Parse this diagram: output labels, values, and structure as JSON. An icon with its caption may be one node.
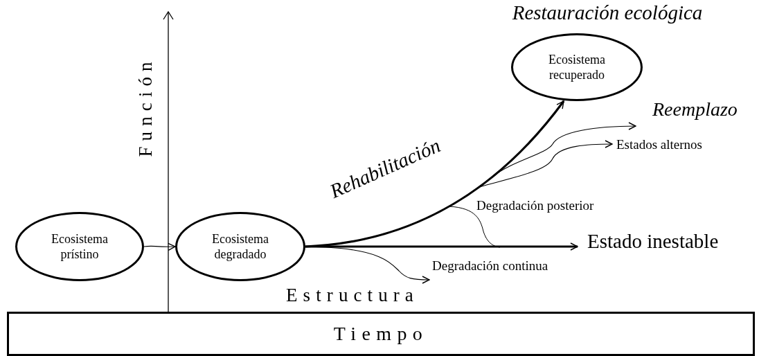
{
  "diagram": {
    "nodes": [
      {
        "text": [
          "Ecosistema prístino"
        ]
      },
      {
        "text": [
          "Ecosistema degradado"
        ]
      },
      {
        "text": [
          "Ecosistema recuperado"
        ],
        "beside": [
          "Restauración ecológica"
        ]
      },
      {
        "text": [
          "Estado inestable"
        ]
      },
      {
        "text": [
          "Estados alternos"
        ]
      },
      {
        "text": [
          "Degradación continua"
        ]
      },
      {
        "text": [
          "Tiempo"
        ]
      }
    ],
    "edges": [
      {
        "from": 0,
        "to": 1,
        "arrow": "to"
      },
      {
        "from": 1,
        "to": 2,
        "arrow": "to",
        "label": "Rehabilitación",
        "style": "thick"
      },
      {
        "from": 1,
        "to": 3,
        "arrow": "to",
        "style": "thick"
      },
      {
        "from": 1,
        "to": 5,
        "arrow": "to"
      },
      {
        "from": 1,
        "to": 4,
        "arrow": "to"
      },
      {
        "from": 1,
        "to": 4,
        "arrow": "to"
      }
    ],
    "labels": [
      "Reemplazo",
      "Función",
      "Degradación posterior",
      "Estructura"
    ]
  }
}
